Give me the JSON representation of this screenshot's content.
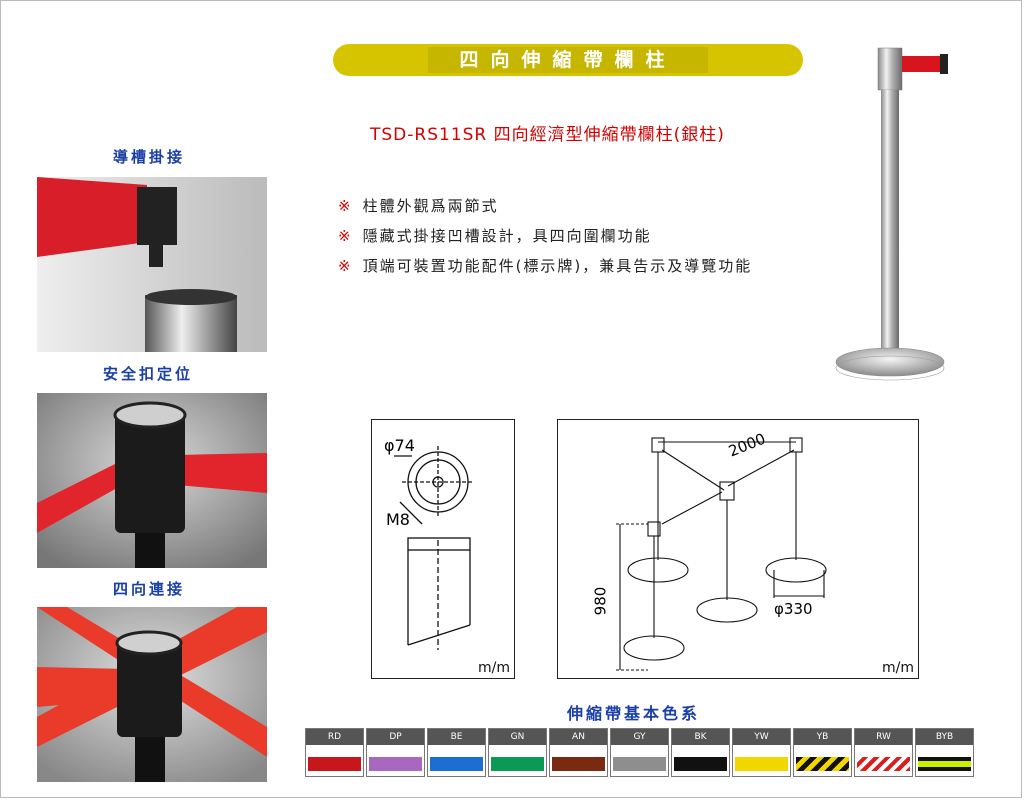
{
  "title": "四向伸縮帶欄柱",
  "model": "TSD-RS11SR  四向經濟型伸縮帶欄柱(銀柱)",
  "feature_marker": "※",
  "features": [
    "柱體外觀爲兩節式",
    "隱藏式掛接凹槽設計，具四向圍欄功能",
    "頂端可裝置功能配件(標示牌)，兼具告示及導覽功能"
  ],
  "side_labels": [
    "導槽掛接",
    "安全扣定位",
    "四向連接"
  ],
  "drawing1": {
    "diameter": "φ74",
    "bolt": "M8",
    "unit": "m/m"
  },
  "drawing2": {
    "length": "2000",
    "height": "980",
    "base": "φ330",
    "unit": "m/m"
  },
  "colors_title": "伸縮帶基本色系",
  "colors": [
    {
      "code": "RD",
      "color": "#c8161d",
      "pattern": "solid"
    },
    {
      "code": "DP",
      "color": "#a868c0",
      "pattern": "solid"
    },
    {
      "code": "BE",
      "color": "#1c6fd1",
      "pattern": "solid"
    },
    {
      "code": "GN",
      "color": "#0a9a55",
      "pattern": "solid"
    },
    {
      "code": "AN",
      "color": "#7a2a10",
      "pattern": "solid"
    },
    {
      "code": "GY",
      "color": "#8e8e8e",
      "pattern": "solid"
    },
    {
      "code": "BK",
      "color": "#111111",
      "pattern": "solid"
    },
    {
      "code": "YW",
      "color": "#f2d600",
      "pattern": "solid"
    },
    {
      "code": "YB",
      "color": "#f2d600",
      "pattern": "yellow-black-stripe"
    },
    {
      "code": "RW",
      "color": "#d81e1e",
      "pattern": "red-white-stripe"
    },
    {
      "code": "BYB",
      "color": "#c8f000",
      "pattern": "black-yellow-black"
    }
  ]
}
